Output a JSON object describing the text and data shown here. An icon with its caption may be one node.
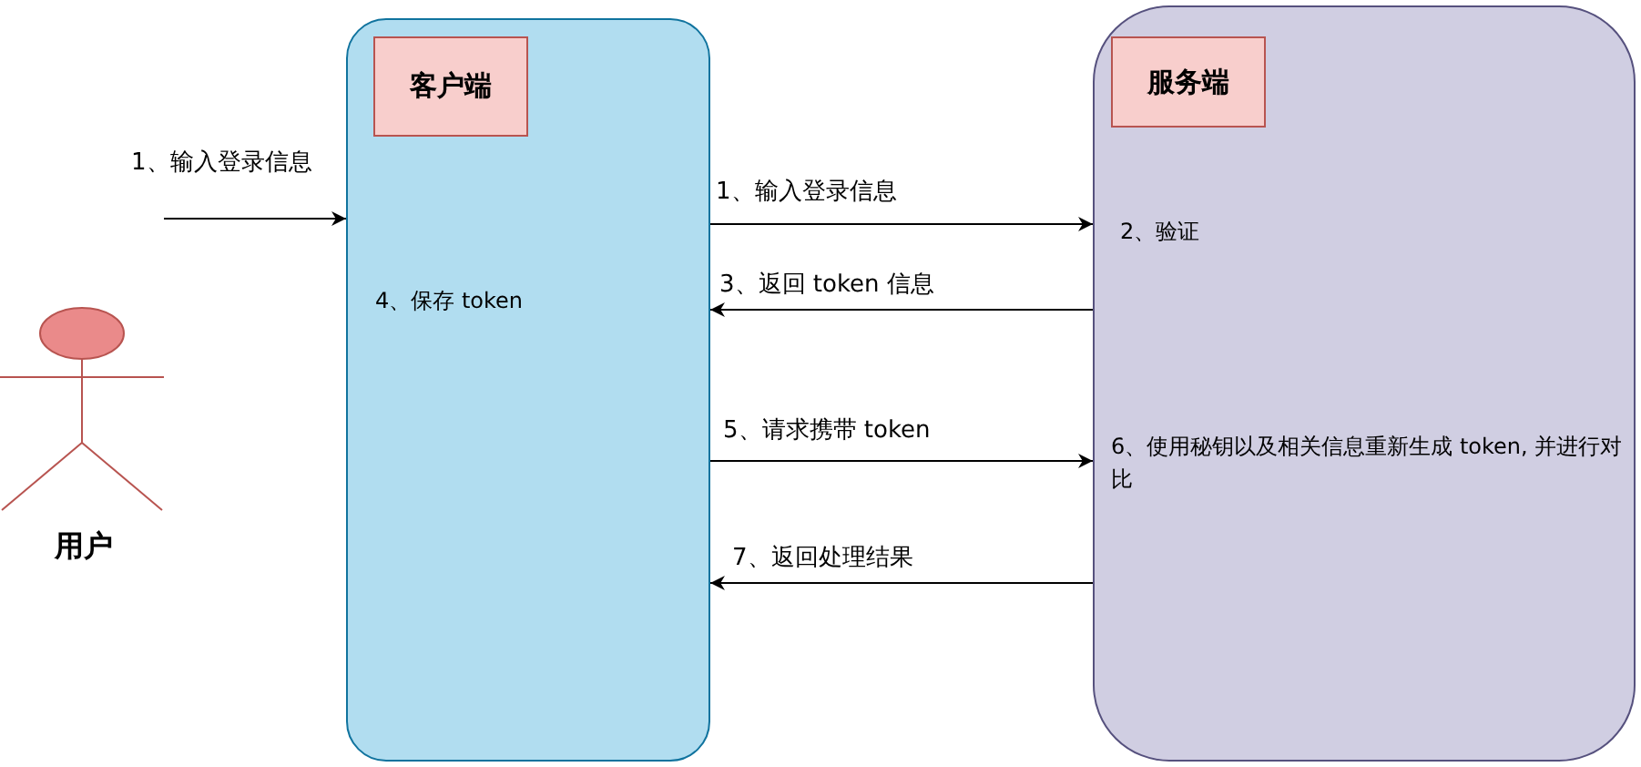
{
  "diagram": {
    "nodes": [
      {
        "text": [
          "用户"
        ]
      },
      {
        "text": [
          "4、保存 token"
        ]
      },
      {
        "text": [
          "客户端"
        ],
        "in": 1
      },
      {
        "text": [
          "2、验证",
          "6、使用秘钥以及相关信息重新生成 token, 并进行对比"
        ]
      },
      {
        "text": [
          "服务端"
        ],
        "in": 3
      }
    ],
    "edges": [
      {
        "from": null,
        "to": 1,
        "arrow": "to",
        "label": "1、输入登录信息"
      },
      {
        "from": 1,
        "to": 3,
        "arrow": "to",
        "label": "1、输入登录信息"
      },
      {
        "from": 3,
        "to": 1,
        "arrow": "to",
        "label": "3、返回 token 信息"
      },
      {
        "from": 1,
        "to": 3,
        "arrow": "to",
        "label": "5、请求携带 token"
      },
      {
        "from": 3,
        "to": 1,
        "arrow": "to",
        "label": "7、返回处理结果"
      }
    ]
  }
}
